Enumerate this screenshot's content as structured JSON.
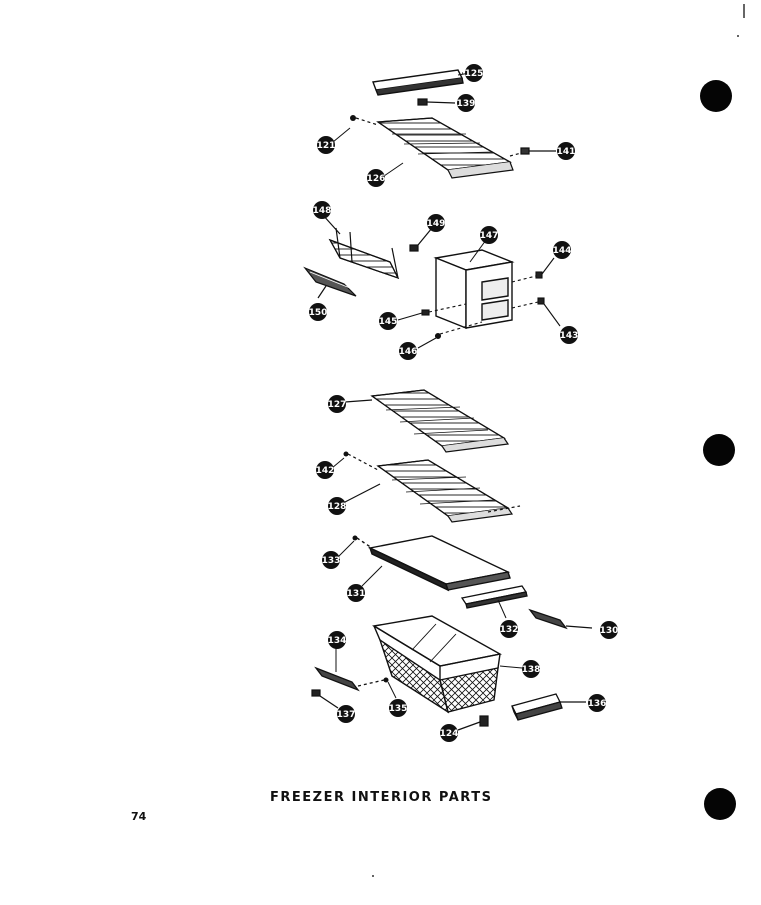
{
  "caption": "FREEZER INTERIOR PARTS",
  "page_number": "74",
  "colors": {
    "ink": "#111111",
    "paper": "#ffffff",
    "hole": "#050505"
  },
  "parts": {
    "p125": "125",
    "p139": "139",
    "p121": "121",
    "p126": "126",
    "p141": "141",
    "p148": "148",
    "p149": "149",
    "p147": "147",
    "p144": "144",
    "p150": "150",
    "p145": "145",
    "p143": "143",
    "p146": "146",
    "p127": "127",
    "p142": "142",
    "p128": "128",
    "p133": "133",
    "p131": "131",
    "p132": "132",
    "p130": "130",
    "p134": "134",
    "p138": "138",
    "p137": "137",
    "p135": "135",
    "p136": "136",
    "p124": "124"
  }
}
